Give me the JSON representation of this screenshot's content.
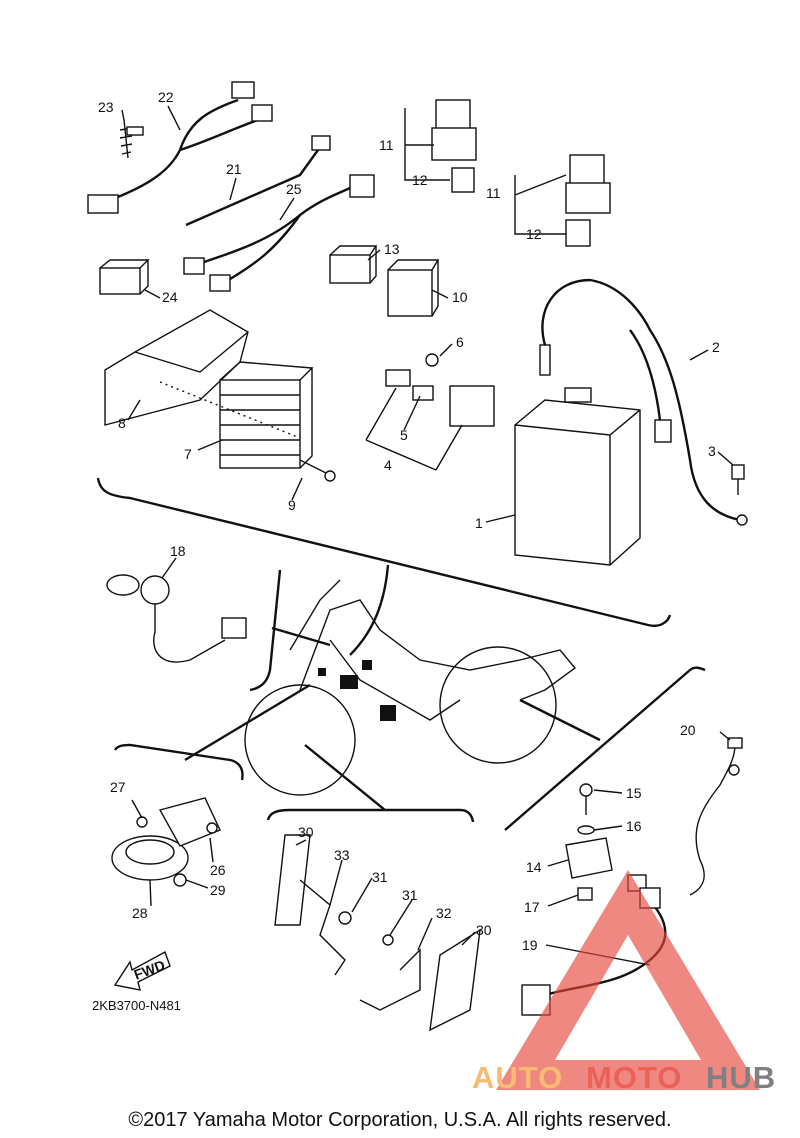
{
  "diagram_code": "2KB3700-N481",
  "fwd_label": "FWD",
  "copyright": "©2017 Yamaha Motor Corporation, U.S.A. All rights reserved.",
  "watermark": {
    "part1": "AUTO",
    "part2": "MOTO",
    "part3": "HUB",
    "color_orange": "#f6b15a",
    "color_red": "#e8453c",
    "color_gray": "#6b6b6b"
  },
  "callouts": {
    "c1": "1",
    "c2": "2",
    "c3": "3",
    "c4": "4",
    "c5": "5",
    "c6": "6",
    "c7": "7",
    "c8": "8",
    "c9": "9",
    "c10": "10",
    "c11a": "11",
    "c11b": "11",
    "c12a": "12",
    "c12b": "12",
    "c13": "13",
    "c14": "14",
    "c15": "15",
    "c16": "16",
    "c17": "17",
    "c18": "18",
    "c19": "19",
    "c20": "20",
    "c21": "21",
    "c22": "22",
    "c23": "23",
    "c24": "24",
    "c25": "25",
    "c26": "26",
    "c27": "27",
    "c28": "28",
    "c29": "29",
    "c30a": "30",
    "c30b": "30",
    "c31a": "31",
    "c31b": "31",
    "c32": "32",
    "c33": "33"
  }
}
